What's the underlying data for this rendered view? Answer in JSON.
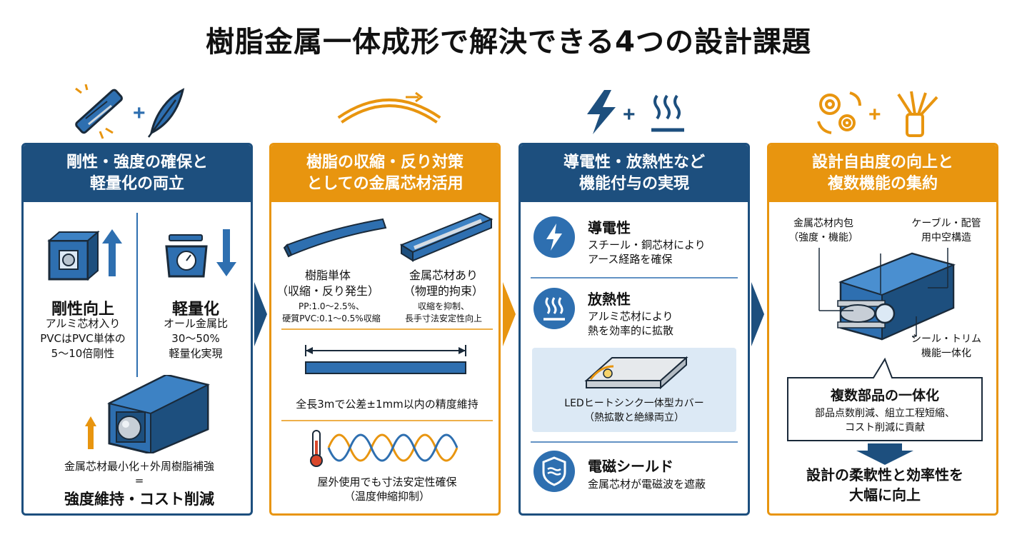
{
  "title": "樹脂金属一体成形で解決できる4つの設計課題",
  "colors": {
    "navy": "#1d4f7e",
    "blue": "#2e6fb0",
    "orange": "#e8950f",
    "light_blue_bg": "#dce9f5"
  },
  "plus": "+",
  "panel1": {
    "header_line1": "剛性・強度の確保と",
    "header_line2": "軽量化の両立",
    "rigidity": {
      "heading": "剛性向上",
      "line1": "アルミ芯材入り",
      "line2": "PVCはPVC単体の",
      "line3": "5〜10倍剛性"
    },
    "light": {
      "heading": "軽量化",
      "line1": "オール金属比",
      "line2": "30〜50%",
      "line3": "軽量化実現"
    },
    "formula": {
      "line1": "金属芯材最小化＋外周樹脂補強",
      "equals": "=",
      "result": "強度維持・コスト削減"
    }
  },
  "panel2": {
    "header_line1": "樹脂の収縮・反り対策",
    "header_line2": "としての金属芯材活用",
    "resin_only": {
      "line1": "樹脂単体",
      "line2": "（収縮・反り発生）",
      "line3": "PP:1.0〜2.5%、",
      "line4": "硬質PVC:0.1〜0.5%収縮"
    },
    "with_core": {
      "line1": "金属芯材あり",
      "line2": "（物理的拘束）",
      "line3": "収縮を抑制、",
      "line4": "長手寸法安定性向上"
    },
    "precision": "全長3mで公差±1mm以内の精度維持",
    "outdoor": {
      "line1": "屋外使用でも寸法安定性確保",
      "line2": "（温度伸縮抑制）"
    }
  },
  "panel3": {
    "header_line1": "導電性・放熱性など",
    "header_line2": "機能付与の実現",
    "conductive": {
      "heading": "導電性",
      "line1": "スチール・銅芯材により",
      "line2": "アース経路を確保"
    },
    "heat": {
      "heading": "放熱性",
      "line1": "アルミ芯材により",
      "line2": "熱を効率的に拡散"
    },
    "led": {
      "line1": "LEDヒートシンク一体型カバー",
      "line2": "（熱拡散と絶縁両立）"
    },
    "shield": {
      "heading": "電磁シールド",
      "line1": "金属芯材が電磁波を遮蔽"
    }
  },
  "panel4": {
    "header_line1": "設計自由度の向上と",
    "header_line2": "複数機能の集約",
    "label_core": {
      "line1": "金属芯材内包",
      "line2": "（強度・機能）"
    },
    "label_cable": {
      "line1": "ケーブル・配管",
      "line2": "用中空構造"
    },
    "label_seal": {
      "line1": "シール・トリム",
      "line2": "機能一体化"
    },
    "integration": {
      "heading": "複数部品の一体化",
      "line1": "部品点数削減、組立工程短縮、",
      "line2": "コスト削減に貢献"
    },
    "conclusion": {
      "line1": "設計の柔軟性と効率性を",
      "line2": "大幅に向上"
    }
  }
}
